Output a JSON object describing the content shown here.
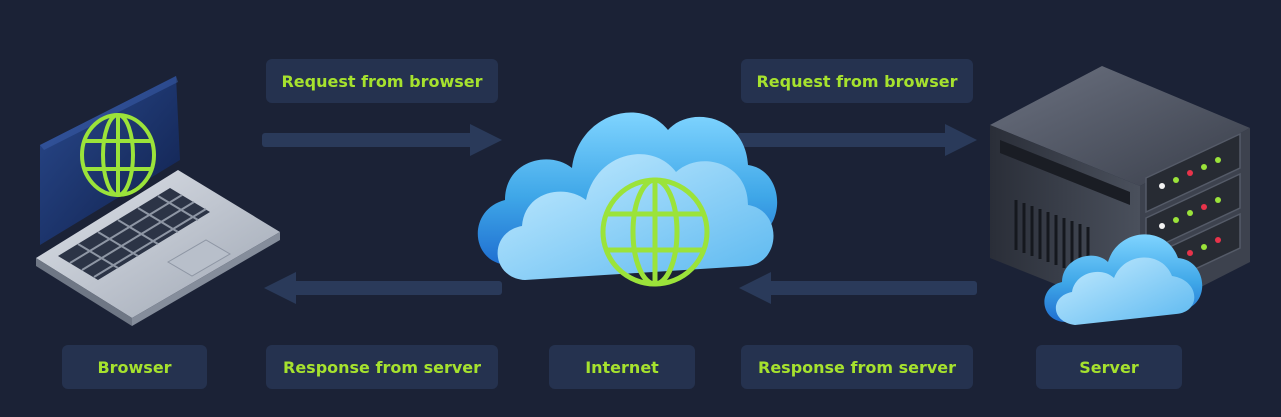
{
  "labels": {
    "request_left": "Request from browser",
    "request_right": "Request from browser",
    "response_left": "Response from server",
    "response_right": "Response from server",
    "browser": "Browser",
    "internet": "Internet",
    "server": "Server"
  },
  "nodes": [
    {
      "id": "browser",
      "icon": "laptop-globe-icon"
    },
    {
      "id": "internet",
      "icon": "cloud-globe-icon"
    },
    {
      "id": "server",
      "icon": "server-cloud-icon"
    }
  ],
  "colors": {
    "background": "#1b2236",
    "pill": "#25324f",
    "label": "#a6e22e",
    "arrow": "#2a3a5a",
    "globe": "#9be33a",
    "cloud": "#3fa7e8"
  }
}
